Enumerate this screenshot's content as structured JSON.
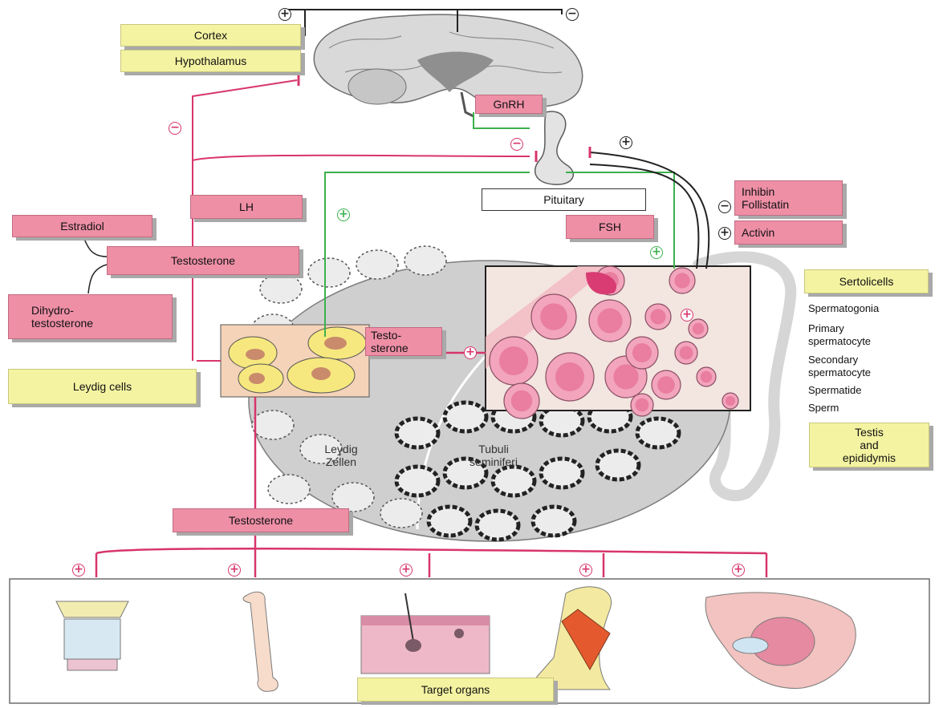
{
  "labels": {
    "cortex": "Cortex",
    "hypothalamus": "Hypothalamus",
    "gnrh": "GnRH",
    "pituitary": "Pituitary",
    "lh": "LH",
    "fsh": "FSH",
    "estradiol": "Estradiol",
    "testosterone_top": "Testosterone",
    "dihydrotestosterone": "Dihydro-\ntestosterone",
    "leydig_cells": "Leydig cells",
    "testosterone_local": "Testo-\nsterone",
    "inhibin_follistatin": "Inhibin\nFollistatin",
    "activin": "Activin",
    "sertoli_cells": "Sertolicells",
    "spermatogonia": "Spermatogonia",
    "primary_spermatocyte": "Primary\nspermatocyte",
    "secondary_spermatocyte": "Secondary\nspermatocyte",
    "spermatide": "Spermatide",
    "sperm": "Sperm",
    "testis_epididymis": "Testis\nand\nepididymis",
    "testosterone_bottom": "Testosterone",
    "target_organs": "Target organs",
    "leydig_zellen": "Leydig\nZellen",
    "tubuli_seminiferi": "Tubuli\nseminiferi"
  },
  "signs": {
    "plus": "+",
    "minus": "−"
  },
  "colors": {
    "yellow_box": "#f4f3a2",
    "pink_box": "#ee8fa6",
    "inhibit_line": "#d8356a",
    "stimulate_line": "#3cb14d",
    "feedback_line": "#222222"
  }
}
